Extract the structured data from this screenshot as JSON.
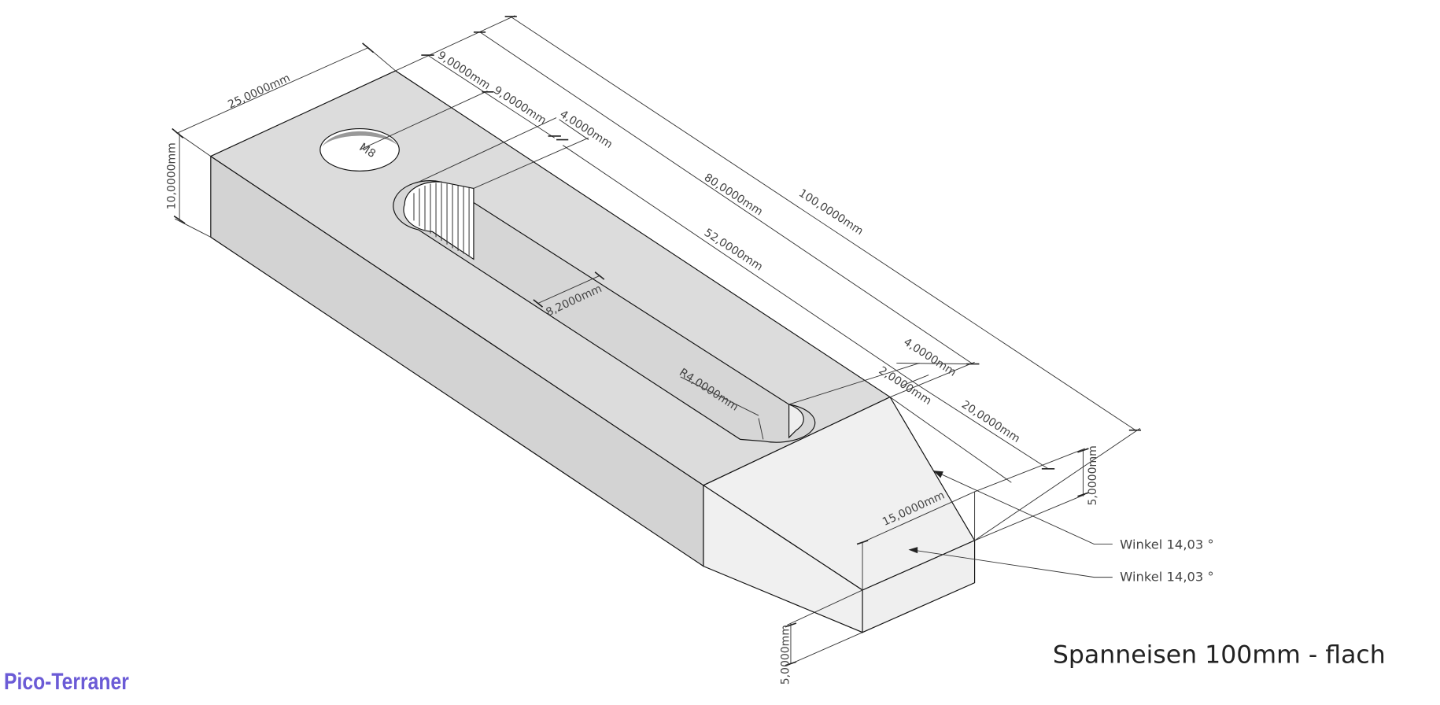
{
  "title": "Spanneisen 100mm - flach",
  "logo": "Pico-Terraner",
  "dimensions": {
    "width": "25,0000mm",
    "height": "10,0000mm",
    "hole": "M8",
    "hole_offset_1": "9,0000mm",
    "hole_offset_2": "9,0000mm",
    "slot_offset": "4,0000mm",
    "length_80": "80,0000mm",
    "length_100": "100,0000mm",
    "slot_length": "52,0000mm",
    "slot_width": "8,2000mm",
    "slot_radius": "R4,0000mm",
    "end_4": "4,0000mm",
    "end_2": "2,0000mm",
    "bevel_length": "20,0000mm",
    "tip_height_right": "5,0000mm",
    "tip_width": "15,0000mm",
    "tip_height_bottom": "5,0000mm"
  },
  "annotations": {
    "angle_1": "Winkel 14,03 °",
    "angle_2": "Winkel 14,03 °"
  },
  "colors": {
    "logo": "#6b5bd6",
    "top_face": "#dcdcdc",
    "side_face": "#d2d2d2",
    "bevel_face": "#f0f0f0"
  }
}
